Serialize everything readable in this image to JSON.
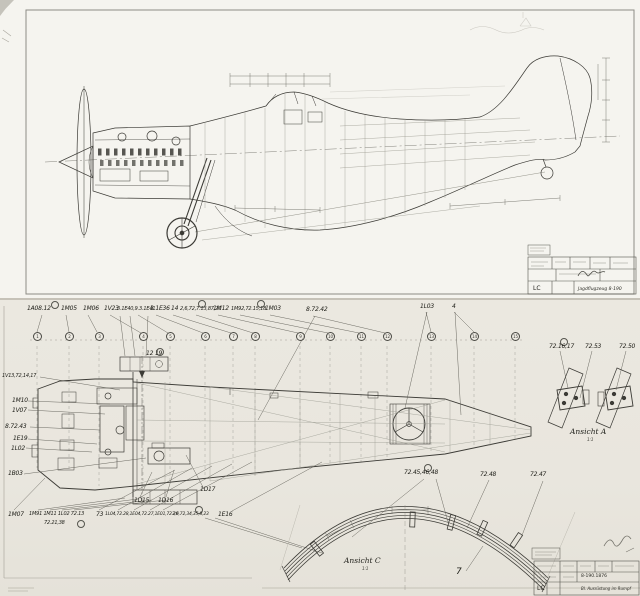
{
  "top_sheet": {
    "title_block": {
      "code": "LC",
      "title": "Jagdflugzeug 8-190"
    }
  },
  "bottom_sheet": {
    "top_labels": [
      "1A08.12",
      "1M05",
      "1M06",
      "1V23",
      "3.1E40,9.3.1E41",
      "3.1E36",
      "14",
      "2,6,72,7.13,87,20",
      "1M12",
      "1M92,72.15,18",
      "1M03",
      "8.72.42",
      "1L03",
      "4"
    ],
    "callout_numbers": [
      "1",
      "2",
      "3",
      "4",
      "5",
      "6",
      "7",
      "8",
      "9",
      "10",
      "11",
      "12",
      "13",
      "14",
      "15"
    ],
    "left_labels": [
      "1V13,72,14,17",
      "1M10",
      "1V07",
      "8.72.43",
      "1E19",
      "1L02",
      "1B03"
    ],
    "mid_labels": [
      "12 19",
      "1D15",
      "1D16",
      "1D17"
    ],
    "bottom_labels": [
      "1M07",
      "1M91 1M11 1L02 72.13",
      "72.21,38",
      "73",
      "1L04,72.28,1E04,72.27,1E01,72.29",
      "3,6,72,34,35,8,23",
      "1E16"
    ],
    "detail_a": {
      "name": "Ansicht A",
      "scale": "1:1",
      "labels": [
        "72.16,17",
        "72.53",
        "72.50"
      ]
    },
    "detail_c": {
      "name": "Ansicht C",
      "scale": "1:1",
      "labels": [
        "72.45,46,48",
        "72.48",
        "72.47",
        "7"
      ]
    },
    "title_block": {
      "drawing_no": "8-190.1876",
      "title": "Bl. Ausrüstung im Rumpf",
      "code": "LC"
    }
  }
}
